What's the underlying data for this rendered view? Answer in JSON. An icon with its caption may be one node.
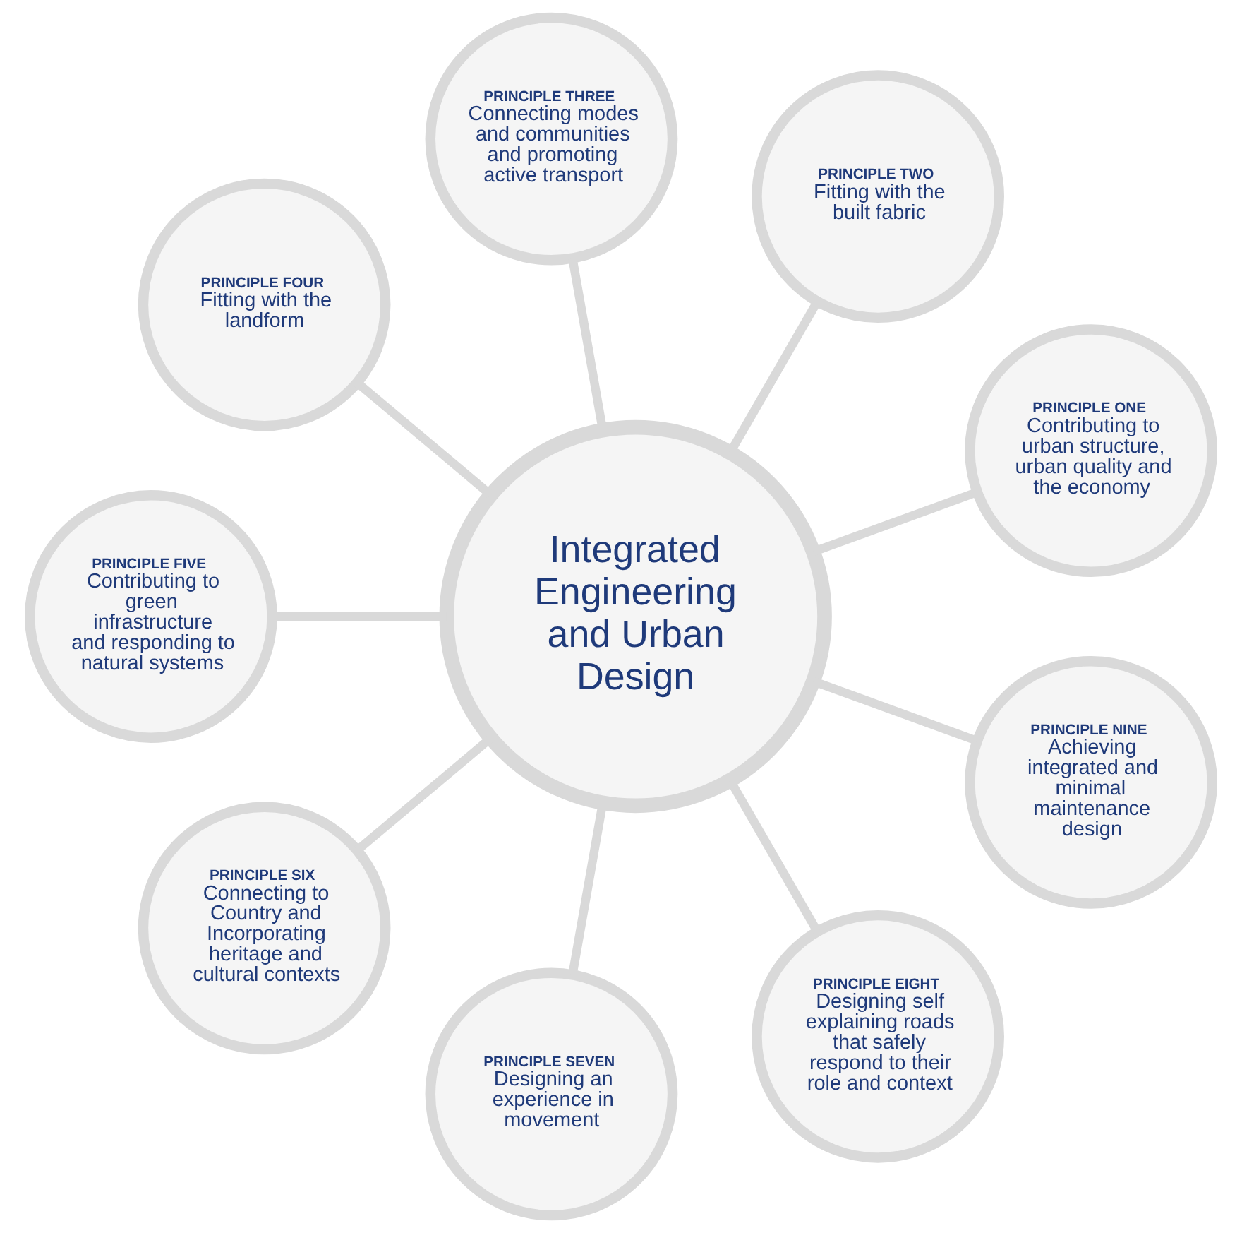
{
  "diagram": {
    "nodes": [
      {
        "text": [
          "Integrated Engineering and Urban Design"
        ]
      },
      {
        "text": [
          "PRINCIPLE ONE",
          "Contributing to urban structure, urban quality and the economy"
        ]
      },
      {
        "text": [
          "PRINCIPLE TWO",
          "Fitting with the built fabric"
        ]
      },
      {
        "text": [
          "PRINCIPLE THREE",
          "Connecting modes and communities and promoting active transport"
        ]
      },
      {
        "text": [
          "PRINCIPLE FOUR",
          "Fitting with the landform"
        ]
      },
      {
        "text": [
          "PRINCIPLE FIVE",
          "Contributing to green infrastructure and responding to natural systems"
        ]
      },
      {
        "text": [
          "PRINCIPLE SIX",
          "Connecting to Country and Incorporating heritage and cultural contexts"
        ]
      },
      {
        "text": [
          "PRINCIPLE SEVEN",
          "Designing an experience in movement"
        ]
      },
      {
        "text": [
          "PRINCIPLE EIGHT",
          "Designing self explaining roads that safely respond to their role and context"
        ]
      },
      {
        "text": [
          "PRINCIPLE NINE",
          "Achieving integrated and minimal maintenance design"
        ]
      }
    ],
    "edges": [
      {
        "from": 0,
        "to": 1,
        "arrow": "none"
      },
      {
        "from": 0,
        "to": 2,
        "arrow": "none"
      },
      {
        "from": 0,
        "to": 3,
        "arrow": "none"
      },
      {
        "from": 0,
        "to": 4,
        "arrow": "none"
      },
      {
        "from": 0,
        "to": 5,
        "arrow": "none"
      },
      {
        "from": 0,
        "to": 6,
        "arrow": "none"
      },
      {
        "from": 0,
        "to": 7,
        "arrow": "none"
      },
      {
        "from": 0,
        "to": 8,
        "arrow": "none"
      },
      {
        "from": 0,
        "to": 9,
        "arrow": "none"
      }
    ]
  }
}
